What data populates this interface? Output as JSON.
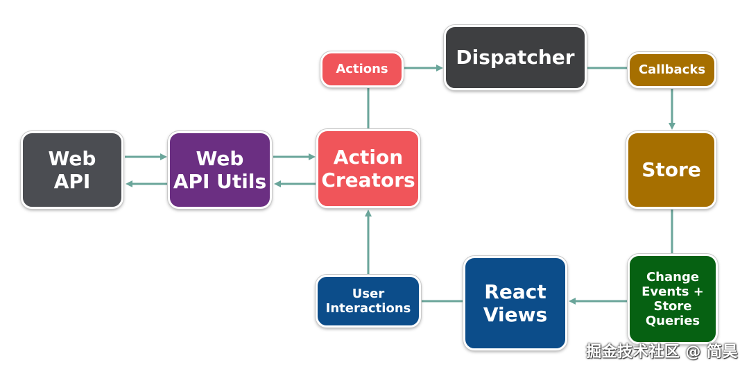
{
  "colors": {
    "connector": "#6aa59a",
    "web_api": "#4b4d52",
    "web_api_utils": "#6b2f82",
    "action_creators": "#f0555a",
    "actions": "#f0555a",
    "dispatcher": "#3e3f41",
    "callbacks": "#a66f00",
    "store": "#a66f00",
    "change_events": "#066112",
    "react_views": "#0c4d8a",
    "user_interactions": "#0c4d8a"
  },
  "nodes": {
    "web_api": "Web\nAPI",
    "web_api_utils": "Web\nAPI Utils",
    "action_creators": "Action\nCreators",
    "actions": "Actions",
    "dispatcher": "Dispatcher",
    "callbacks": "Callbacks",
    "store": "Store",
    "change_events": "Change\nEvents +\nStore\nQueries",
    "react_views": "React\nViews",
    "user_interactions": "User\nInteractions"
  },
  "watermark": "掘金技术社区 @ 简昊"
}
